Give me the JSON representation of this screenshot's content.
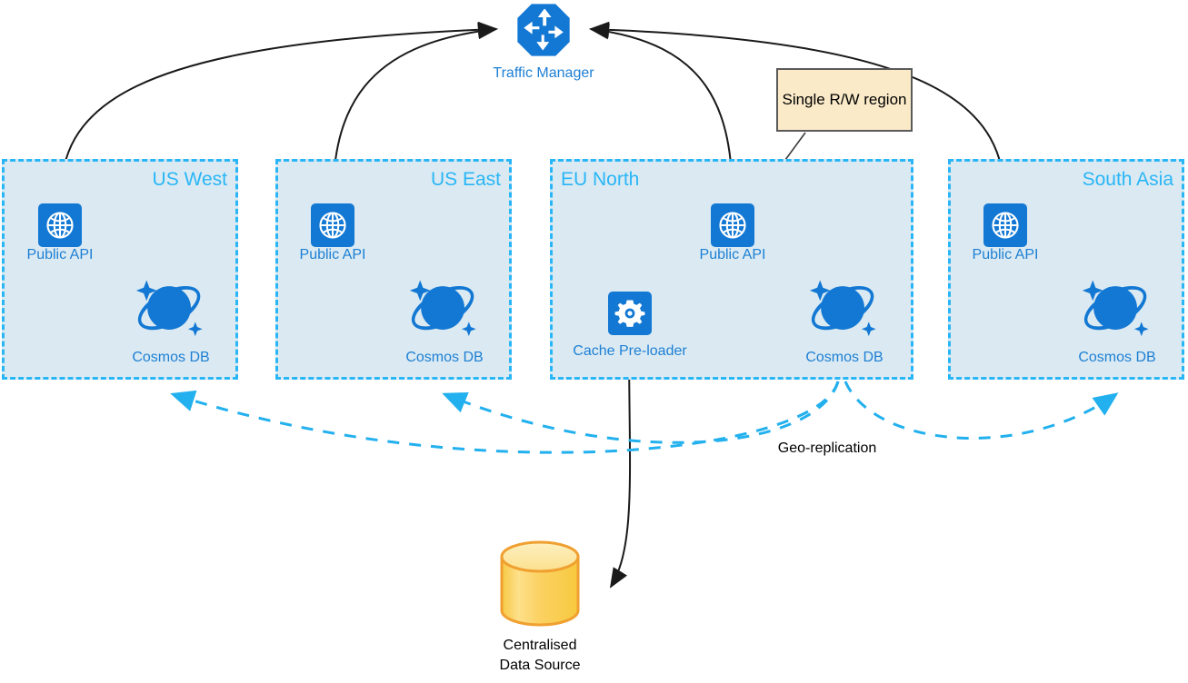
{
  "diagram": {
    "title_node": {
      "label": "Traffic Manager",
      "icon": "traffic-manager-icon"
    },
    "callout": {
      "text": "Single R/W\nregion",
      "fill": "#faeac8",
      "border": "#5a5a5a"
    },
    "replication_label": "Geo-replication",
    "datasource": {
      "label": "Centralised\nData Source",
      "icon": "database-cylinder-icon",
      "fill": "#fbd96b",
      "border": "#f0a030"
    },
    "colors": {
      "region_fill": "#dbeaf2",
      "region_border": "#29b6f6",
      "azure_blue": "#1d7fd4",
      "label_blue": "#29b6f6",
      "arrow_black": "#1a1a1a",
      "replication_cyan": "#22b0ee"
    },
    "regions": [
      {
        "name": "US West",
        "title_align": "right",
        "nodes": [
          {
            "label": "Public API",
            "icon": "globe-icon"
          },
          {
            "label": "Cosmos DB",
            "icon": "cosmos-db-icon"
          }
        ]
      },
      {
        "name": "US East",
        "title_align": "right",
        "nodes": [
          {
            "label": "Public API",
            "icon": "globe-icon"
          },
          {
            "label": "Cosmos DB",
            "icon": "cosmos-db-icon"
          }
        ]
      },
      {
        "name": "EU North",
        "title_align": "left",
        "nodes": [
          {
            "label": "Public API",
            "icon": "globe-icon"
          },
          {
            "label": "Cache Pre-loader",
            "icon": "gear-icon"
          },
          {
            "label": "Cosmos DB",
            "icon": "cosmos-db-icon"
          }
        ]
      },
      {
        "name": "South Asia",
        "title_align": "right",
        "nodes": [
          {
            "label": "Public API",
            "icon": "globe-icon"
          },
          {
            "label": "Cosmos DB",
            "icon": "cosmos-db-icon"
          }
        ]
      }
    ]
  }
}
